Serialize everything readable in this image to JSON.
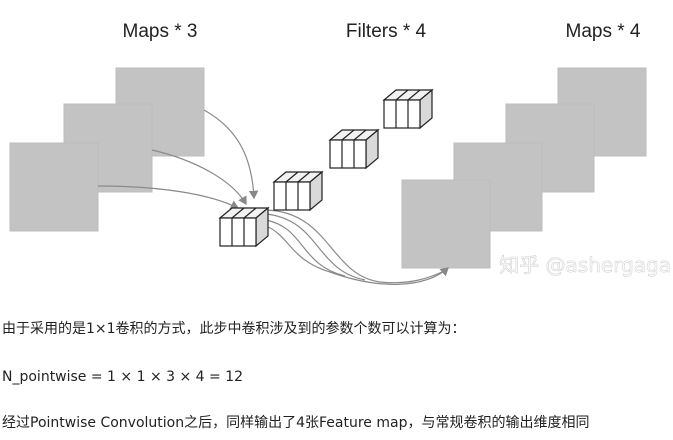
{
  "figure": {
    "label_maps_in": "Maps * 3",
    "label_filters": "Filters * 4",
    "label_maps_out": "Maps * 4",
    "watermark": "知乎 @ashergaga"
  },
  "article": {
    "para1": "由于采用的是1×1卷积的方式，此步中卷积涉及到的参数个数可以计算为：",
    "formula": "N_pointwise = 1 × 1 × 3 × 4 = 12",
    "para2": "经过Pointwise Convolution之后，同样输出了4张Feature map，与常规卷积的输出维度相同"
  }
}
